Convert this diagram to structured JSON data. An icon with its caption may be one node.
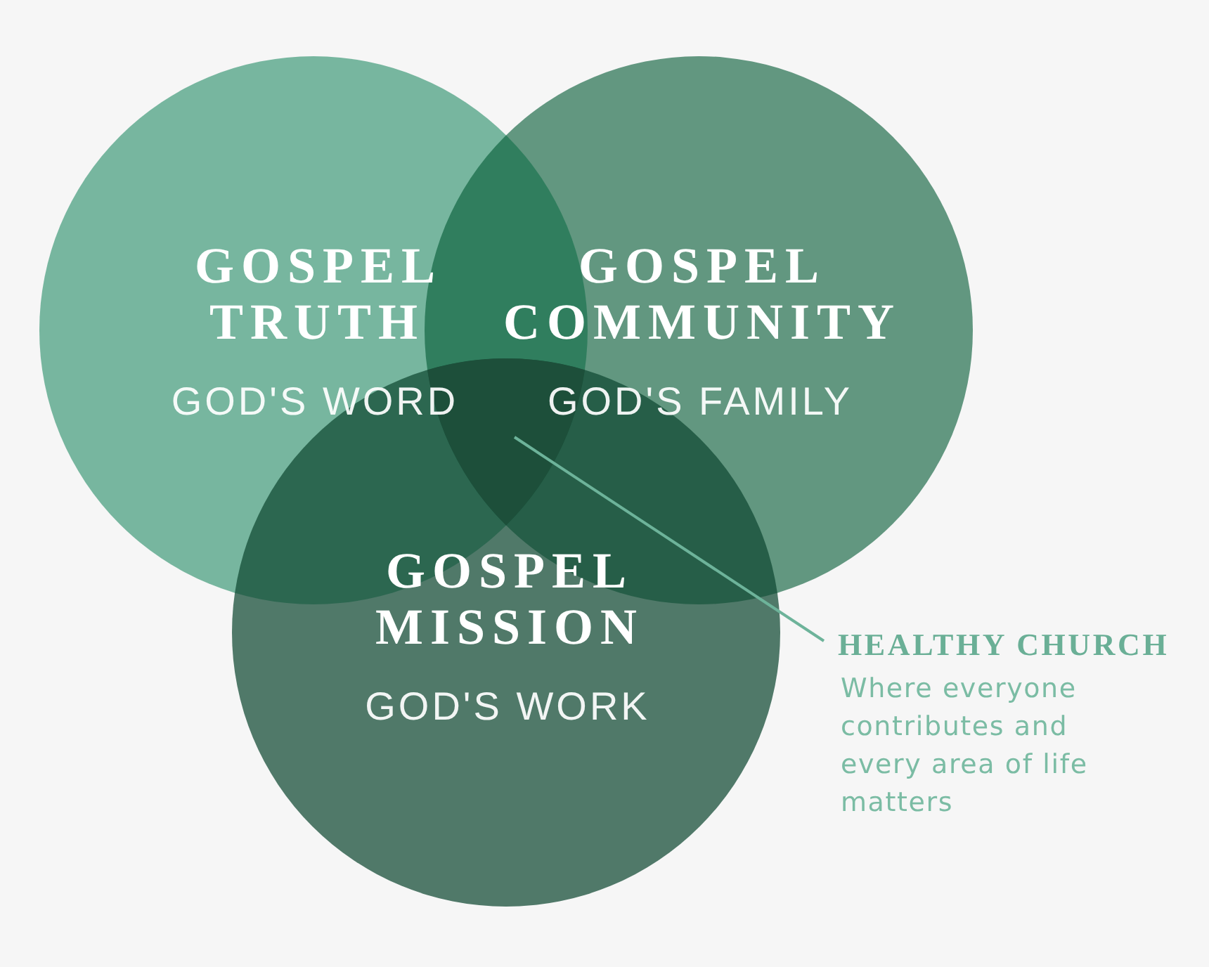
{
  "diagram": {
    "nodes": [
      {
        "text": [
          "GOSPEL TRUTH",
          "GOD'S WORD"
        ]
      },
      {
        "text": [
          "GOSPEL COMMUNITY",
          "GOD'S FAMILY"
        ]
      },
      {
        "text": [
          "GOSPEL MISSION",
          "GOD'S WORK"
        ]
      },
      {
        "text": [],
        "shape": "triangle"
      },
      {
        "text": [
          "HEALTHY CHURCH",
          "Where everyone contributes and every area of life matters"
        ]
      }
    ],
    "edges": [
      {
        "from": 4,
        "to": 3,
        "arrow": "none"
      }
    ]
  }
}
